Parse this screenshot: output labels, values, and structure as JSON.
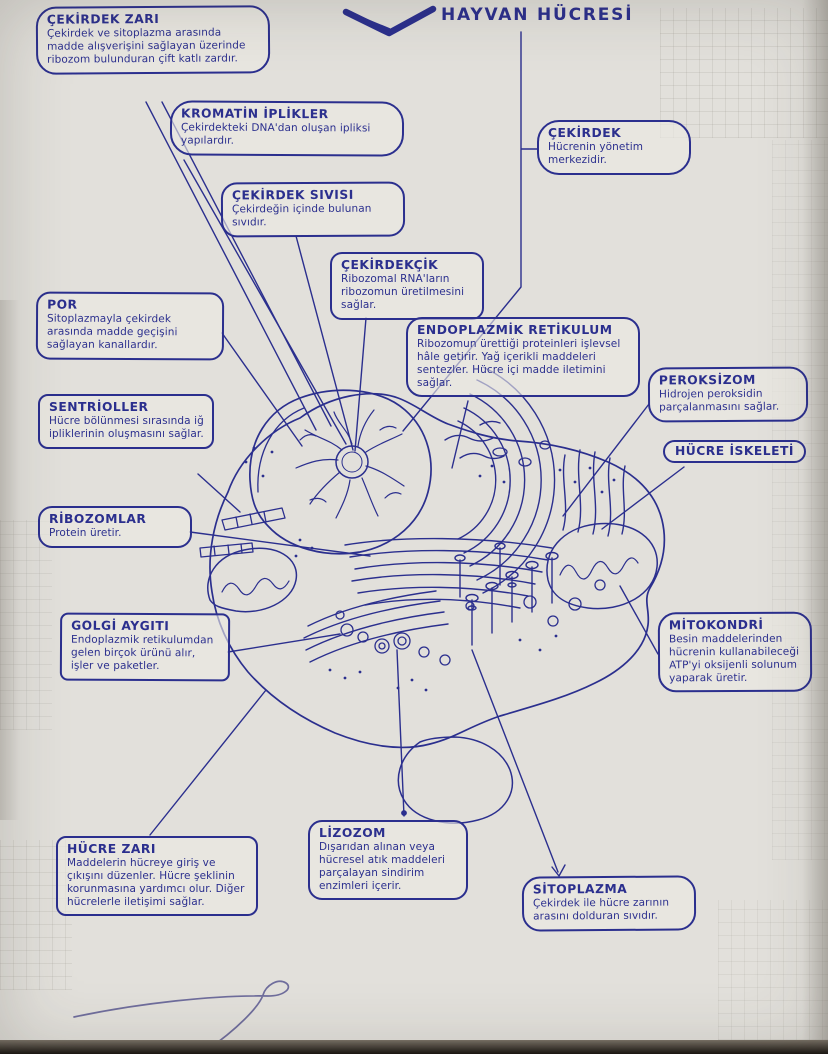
{
  "title": "HAYVAN HÜCRESİ",
  "colors": {
    "ink": "#2b2f8e",
    "paper": "#e2e0db"
  },
  "icons": {
    "title_mark": "checkmark"
  },
  "labels": {
    "cekirdek_zari": {
      "term": "ÇEKİRDEK ZARI",
      "desc": "Çekirdek ve sitoplazma arasında madde alışverişini sağlayan üzerinde ribozom bulunduran çift katlı zardır."
    },
    "kromatin_iplikler": {
      "term": "KROMATİN İPLİKLER",
      "desc": "Çekirdekteki DNA'dan oluşan ipliksi yapılardır."
    },
    "cekirdek_sivisi": {
      "term": "ÇEKİRDEK SIVISI",
      "desc": "Çekirdeğin içinde bulunan sıvıdır."
    },
    "cekirdekcik": {
      "term": "ÇEKİRDEKÇİK",
      "desc": "Ribozomal RNA'ların ribozomun üretilmesini sağlar."
    },
    "cekirdek": {
      "term": "ÇEKİRDEK",
      "desc": "Hücrenin yönetim merkezidir."
    },
    "por": {
      "term": "POR",
      "desc": "Sitoplazmayla çekirdek arasında madde geçişini sağlayan kanallardır."
    },
    "endoplazmik_retikulum": {
      "term": "ENDOPLAZMİK RETİKULUM",
      "desc": "Ribozomun ürettiği proteinleri işlevsel hâle getirir. Yağ içerikli maddeleri sentezler. Hücre içi madde iletimini sağlar."
    },
    "peroksizom": {
      "term": "PEROKSİZOM",
      "desc": "Hidrojen peroksidin parçalanmasını sağlar."
    },
    "hucre_iskeleti": {
      "term": "HÜCRE İSKELETİ"
    },
    "sentrioller": {
      "term": "SENTRİOLLER",
      "desc": "Hücre bölünmesi sırasında iğ ipliklerinin oluşmasını sağlar."
    },
    "ribozomlar": {
      "term": "RİBOZOMLAR",
      "desc": "Protein üretir."
    },
    "golgi_aygiti": {
      "term": "GOLGİ AYGITI",
      "desc": "Endoplazmik retikulumdan gelen birçok ürünü alır, işler ve paketler."
    },
    "mitokondri": {
      "term": "MİTOKONDRİ",
      "desc": "Besin maddelerinden hücrenin kullanabileceği ATP'yi oksijenli solunum yaparak üretir."
    },
    "hucre_zari": {
      "term": "HÜCRE ZARI",
      "desc": "Maddelerin hücreye giriş ve çıkışını düzenler. Hücre şeklinin korunmasına yardımcı olur. Diğer hücrelerle iletişimi sağlar."
    },
    "lizozom": {
      "term": "LİZOZOM",
      "desc": "Dışarıdan alınan veya hücresel atık maddeleri parçalayan sindirim enzimleri içerir."
    },
    "sitoplazma": {
      "term": "SİTOPLAZMA",
      "desc": "Çekirdek ile hücre zarının arasını dolduran sıvıdır."
    }
  }
}
